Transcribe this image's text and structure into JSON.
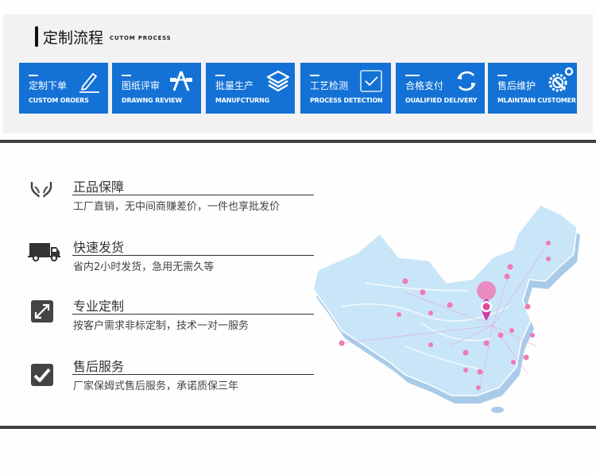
{
  "process": {
    "title_cn": "定制流程",
    "title_en": "CUTOM  PROCESS",
    "card_color": "#1472d6",
    "steps": [
      {
        "cn": "定制下单",
        "en": "CUSTOM  OROERS",
        "icon": "pencil-icon"
      },
      {
        "cn": "图纸评审",
        "en": "DRAWNG REVIEW",
        "icon": "compass-icon"
      },
      {
        "cn": "批量生产",
        "en": "MANUFCTURNG",
        "icon": "layers-icon"
      },
      {
        "cn": "工艺检测",
        "en": "PROCESS DETECTION",
        "icon": "checkbox-icon"
      },
      {
        "cn": "合格支付",
        "en": "OUALIFIED DELIVERY",
        "icon": "refresh-icon"
      },
      {
        "cn": "售后维护",
        "en": "MLAINTAIN CUSTOMER",
        "icon": "gear-wrench-icon"
      }
    ]
  },
  "features": [
    {
      "title": "正品保障",
      "desc": "工厂直销，无中间商赚差价，一件也享批发价",
      "icon": "hands-icon"
    },
    {
      "title": "快速发货",
      "desc": "省内2小时发货，急用无需久等",
      "icon": "truck-icon"
    },
    {
      "title": "专业定制",
      "desc": "按客户需求非标定制，技术一对一服务",
      "icon": "resize-arrow-icon"
    },
    {
      "title": "售后服务",
      "desc": "厂家保姆式售后服务，承诺质保三年",
      "icon": "checkmark-icon"
    }
  ],
  "map": {
    "label": "china-delivery-map",
    "land_color": "#c9e6f8",
    "shadow_color": "#a5c8e8",
    "pin_color": "#f07ab8"
  }
}
